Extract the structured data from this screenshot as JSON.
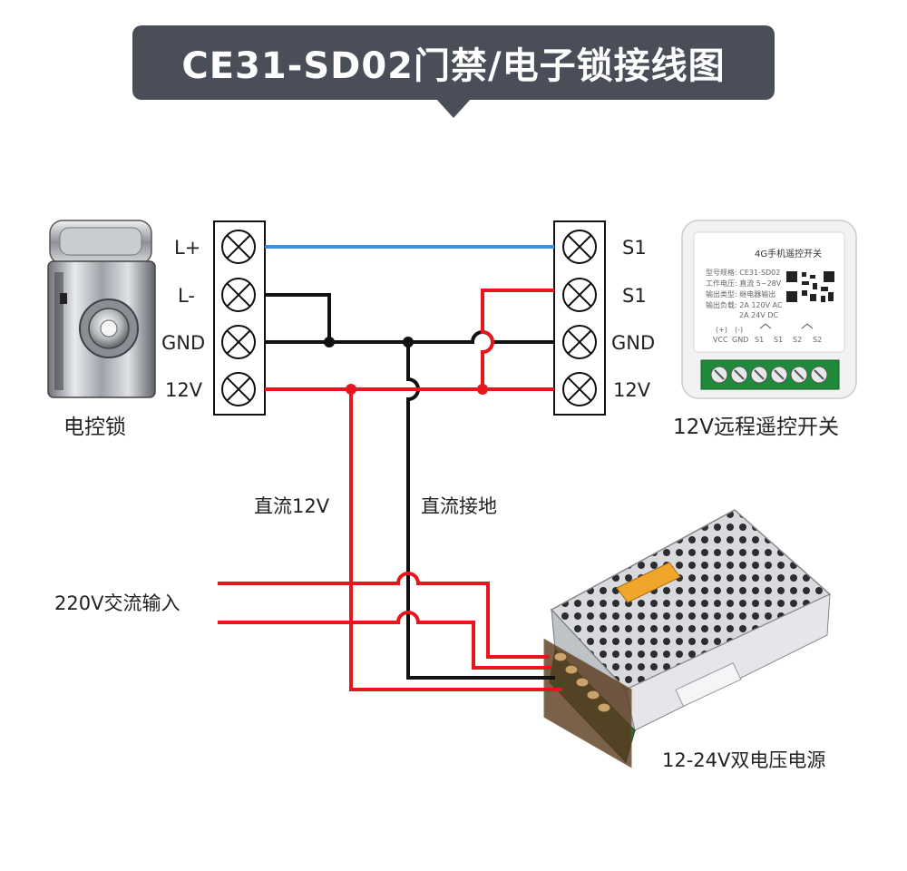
{
  "title": "CE31-SD02门禁/电子锁接线图",
  "left_block": {
    "caption": "电控锁",
    "terminals": [
      "L+",
      "L-",
      "GND",
      "12V"
    ]
  },
  "right_block": {
    "caption": "12V远程遥控开关",
    "terminals": [
      "S1",
      "S1",
      "GND",
      "12V"
    ]
  },
  "module": {
    "heading": "4G手机遥控开关",
    "specs": [
      "型号规格: CE31-SD02",
      "工作电压: 直流 5~28V",
      "输出类型: 继电器输出",
      "输出负载: 2A 120V AC",
      "2A 24V DC"
    ],
    "pin_labels": [
      "(+)",
      "(-)",
      "VCC",
      "GND",
      "S1",
      "S1",
      "S2",
      "S2"
    ]
  },
  "wire_labels": {
    "dc12v": "直流12V",
    "dc_ground": "直流接地",
    "ac_input": "220V交流输入"
  },
  "psu_caption": "12-24V双电压电源",
  "colors": {
    "banner": "#4a4e59",
    "wire_red": "#e8161c",
    "wire_black": "#111111",
    "wire_blue": "#3a8fe0"
  },
  "icons": [
    "electric-lock-image",
    "remote-switch-module-image",
    "power-supply-image",
    "terminal-screw-icon"
  ]
}
